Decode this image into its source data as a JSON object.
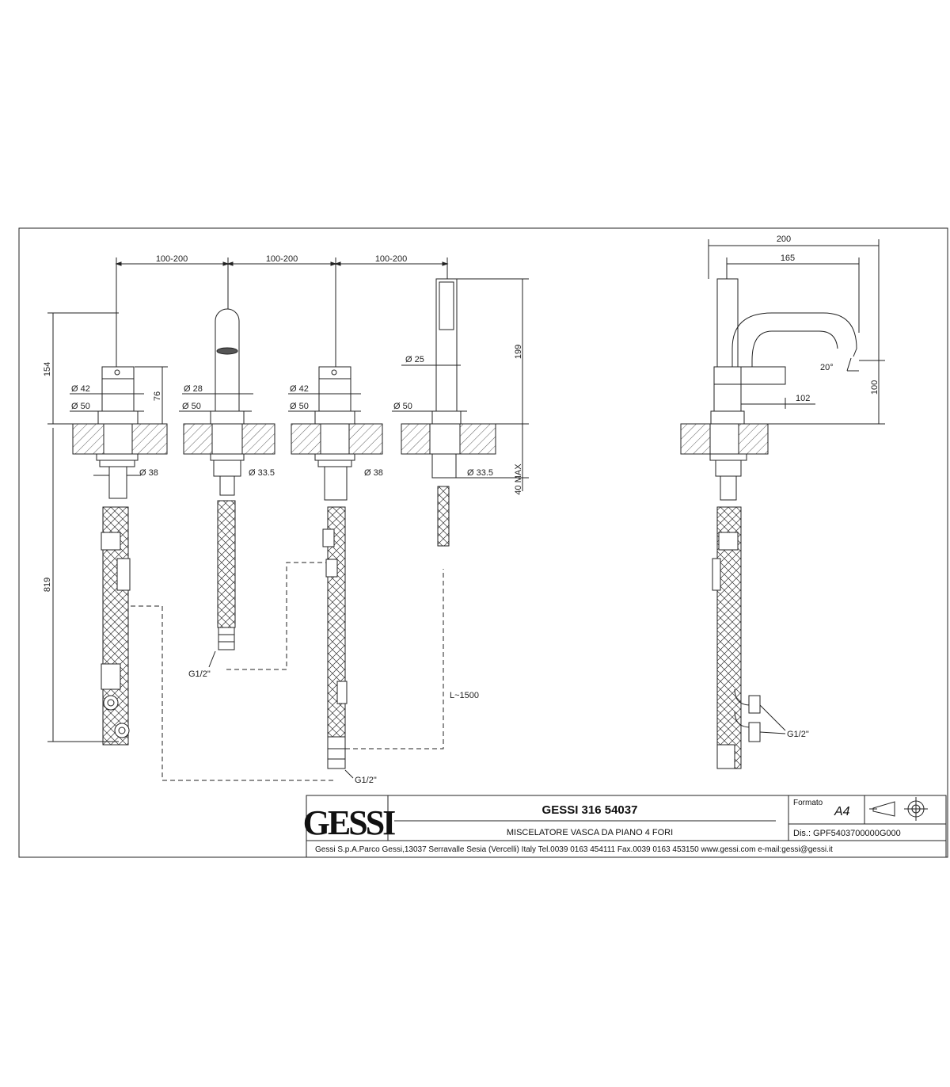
{
  "drawing": {
    "spacings": [
      "100-200",
      "100-200",
      "100-200"
    ],
    "height_total_left": "154",
    "height_hose_left": "819",
    "height_body": "76",
    "unit1": {
      "d_top": "Ø 42",
      "d_base": "Ø 50",
      "d_shank": "Ø 38"
    },
    "unit2": {
      "d_top": "Ø 28",
      "d_base": "Ø 50",
      "d_shank": "Ø 33.5",
      "connection": "G1/2\""
    },
    "unit3": {
      "d_top": "Ø 42",
      "d_base": "Ø 50",
      "d_shank": "Ø 38",
      "connection": "G1/2\""
    },
    "unit4": {
      "d_handle": "Ø 25",
      "d_base": "Ø 50",
      "d_shank": "Ø 33.5",
      "height": "199",
      "depth": "40 MAX",
      "hose_length": "L~1500"
    },
    "side": {
      "width_total": "200",
      "reach": "165",
      "angle": "20°",
      "lever": "102",
      "height": "100",
      "connection": "G1/2\""
    }
  },
  "title_block": {
    "logo": "GESSI",
    "product": "GESSI 316 54037",
    "description": "MISCELATORE VASCA DA PIANO 4 FORI",
    "formato_label": "Formato",
    "formato_value": "A4",
    "dis": "Dis.: GPF5403700000G000",
    "address": "Gessi S.p.A.Parco Gessi,13037 Serravalle Sesia (Vercelli) Italy Tel.0039 0163 454111 Fax.0039 0163 453150 www.gessi.com e-mail:gessi@gessi.it"
  }
}
